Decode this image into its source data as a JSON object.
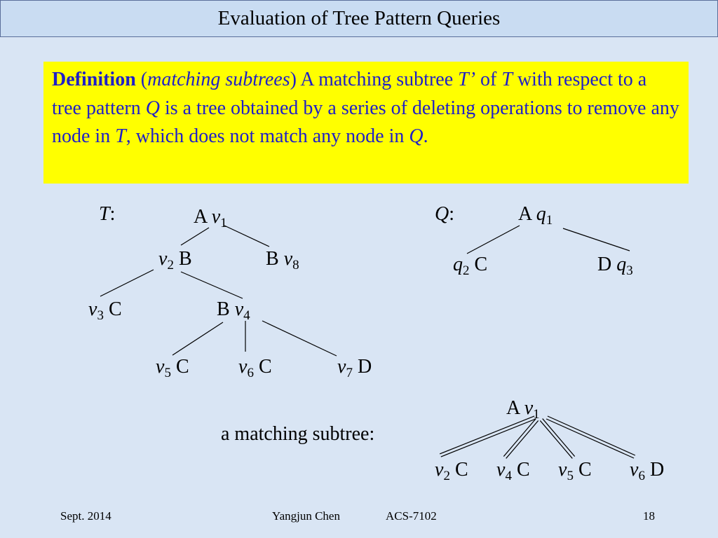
{
  "title": "Evaluation of Tree Pattern Queries",
  "definition": {
    "term": "Definition",
    "open_paren": " (",
    "term_italic": "matching subtrees",
    "close_paren": ")",
    "t1": " A matching subtree ",
    "i1": "T’",
    "t2": " of ",
    "i2": "T",
    "t3": " with respect to a tree pattern ",
    "i3": "Q",
    "t4": " is a tree obtained by a series of deleting operations to remove any node in ",
    "i4": "T",
    "t5": ", which does not match any node in ",
    "i5": "Q",
    "t6": "."
  },
  "tree_T": {
    "name": "T",
    "sep": ":",
    "nodes": [
      {
        "id": "v1",
        "label": "A",
        "var": "v",
        "sub": "1"
      },
      {
        "id": "v2",
        "label": "B",
        "var": "v",
        "sub": "2"
      },
      {
        "id": "v8",
        "label": "B",
        "var": "v",
        "sub": "8"
      },
      {
        "id": "v3",
        "label": "C",
        "var": "v",
        "sub": "3"
      },
      {
        "id": "v4",
        "label": "B",
        "var": "v",
        "sub": "4"
      },
      {
        "id": "v5",
        "label": "C",
        "var": "v",
        "sub": "5"
      },
      {
        "id": "v6",
        "label": "C",
        "var": "v",
        "sub": "6"
      },
      {
        "id": "v7",
        "label": "D",
        "var": "v",
        "sub": "7"
      }
    ],
    "edges": [
      [
        "v1",
        "v2"
      ],
      [
        "v1",
        "v8"
      ],
      [
        "v2",
        "v3"
      ],
      [
        "v2",
        "v4"
      ],
      [
        "v4",
        "v5"
      ],
      [
        "v4",
        "v6"
      ],
      [
        "v4",
        "v7"
      ]
    ]
  },
  "tree_Q": {
    "name": "Q",
    "sep": ":",
    "nodes": [
      {
        "id": "q1",
        "label": "A",
        "var": "q",
        "sub": "1"
      },
      {
        "id": "q2",
        "label": "C",
        "var": "q",
        "sub": "2"
      },
      {
        "id": "q3",
        "label": "D",
        "var": "q",
        "sub": "3"
      }
    ],
    "edges": [
      [
        "q1",
        "q2"
      ],
      [
        "q1",
        "q3"
      ]
    ]
  },
  "matching_subtree": {
    "caption": "a matching subtree:",
    "nodes": [
      {
        "id": "m1",
        "label": "A",
        "var": "v",
        "sub": "1"
      },
      {
        "id": "m2",
        "label": "C",
        "var": "v",
        "sub": "2"
      },
      {
        "id": "m4",
        "label": "C",
        "var": "v",
        "sub": "4"
      },
      {
        "id": "m5",
        "label": "C",
        "var": "v",
        "sub": "5"
      },
      {
        "id": "m6",
        "label": "D",
        "var": "v",
        "sub": "6"
      }
    ],
    "edges": [
      [
        "m1",
        "m2"
      ],
      [
        "m1",
        "m4"
      ],
      [
        "m1",
        "m5"
      ],
      [
        "m1",
        "m6"
      ]
    ],
    "edge_style": "double"
  },
  "footer": {
    "date": "Sept. 2014",
    "author": "Yangjun Chen",
    "course": "ACS-7102",
    "page": "18"
  }
}
